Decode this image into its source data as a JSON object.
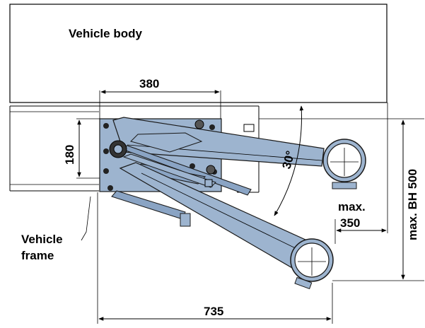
{
  "labels": {
    "vehicle_body": "Vehicle body",
    "vehicle_frame_line1": "Vehicle",
    "vehicle_frame_line2": "frame"
  },
  "dimensions": {
    "plate_width": "380",
    "plate_height": "180",
    "swing_angle": "30°",
    "max_line1": "max.",
    "max_overhang": "350",
    "max_height": "max. BH 500",
    "total_length": "735"
  },
  "colors": {
    "part_fill": "#9db4cf",
    "part_fill_dark": "#8aa4c4",
    "line": "#000000"
  }
}
